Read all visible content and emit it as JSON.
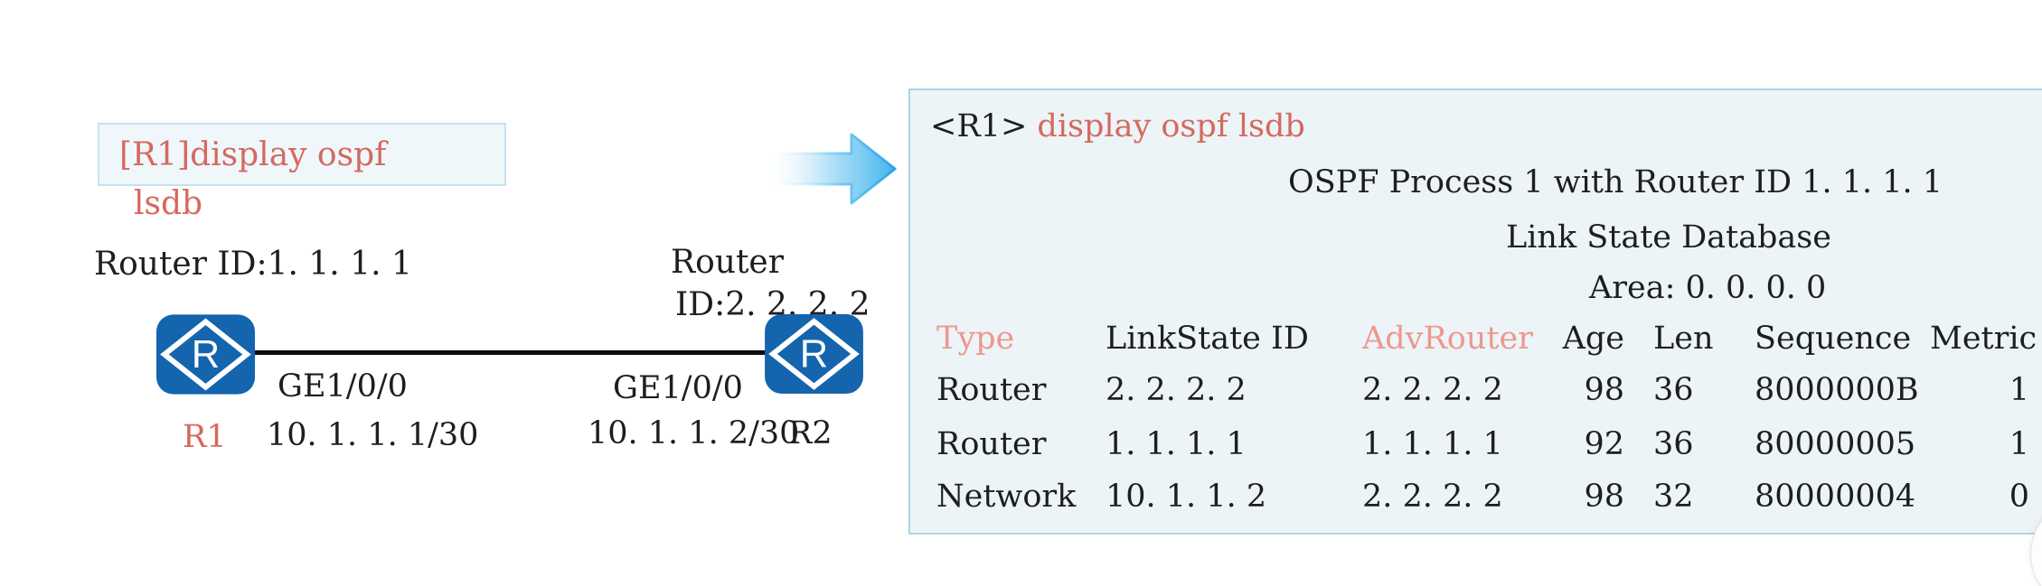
{
  "appearance": {
    "accent_red": "#d5695e",
    "salmon": "#ef978e",
    "router_blue": "#1464ae",
    "panel_bg": "#ecf4f8",
    "panel_border": "#afd4e5",
    "arrow_blue": "#45b6ee"
  },
  "topology": {
    "callout": {
      "line1": "[R1]display ospf",
      "line2": "lsdb"
    },
    "r1": {
      "router_id": "Router ID:1. 1. 1. 1",
      "name": "R1",
      "interface": "GE1/0/0",
      "ip": "10. 1. 1. 1/30"
    },
    "r2": {
      "router_id_line1": "Router",
      "router_id_line2": "ID:2. 2. 2. 2",
      "name": "R2",
      "interface": "GE1/0/0",
      "ip": "10. 1. 1. 2/30"
    },
    "router_icon_letter": "R"
  },
  "terminal": {
    "prompt": "<R1>",
    "command": "display ospf lsdb",
    "process_line": "OSPF Process 1 with Router ID 1. 1. 1. 1",
    "db_line": "Link State Database",
    "area_line": "Area: 0. 0. 0. 0",
    "table": {
      "header": [
        "Type",
        "LinkState ID",
        "AdvRouter",
        "Age",
        "Len",
        "Sequence",
        "Metric"
      ],
      "rows": [
        [
          "Router",
          "2. 2. 2. 2",
          "2. 2. 2. 2",
          "98",
          "36",
          "8000000B",
          "1"
        ],
        [
          "Router",
          "1. 1. 1. 1",
          "1. 1. 1. 1",
          "92",
          "36",
          "80000005",
          "1"
        ],
        [
          "Network",
          "10. 1. 1. 2",
          "2. 2. 2. 2",
          "98",
          "32",
          "80000004",
          "0"
        ]
      ]
    }
  }
}
